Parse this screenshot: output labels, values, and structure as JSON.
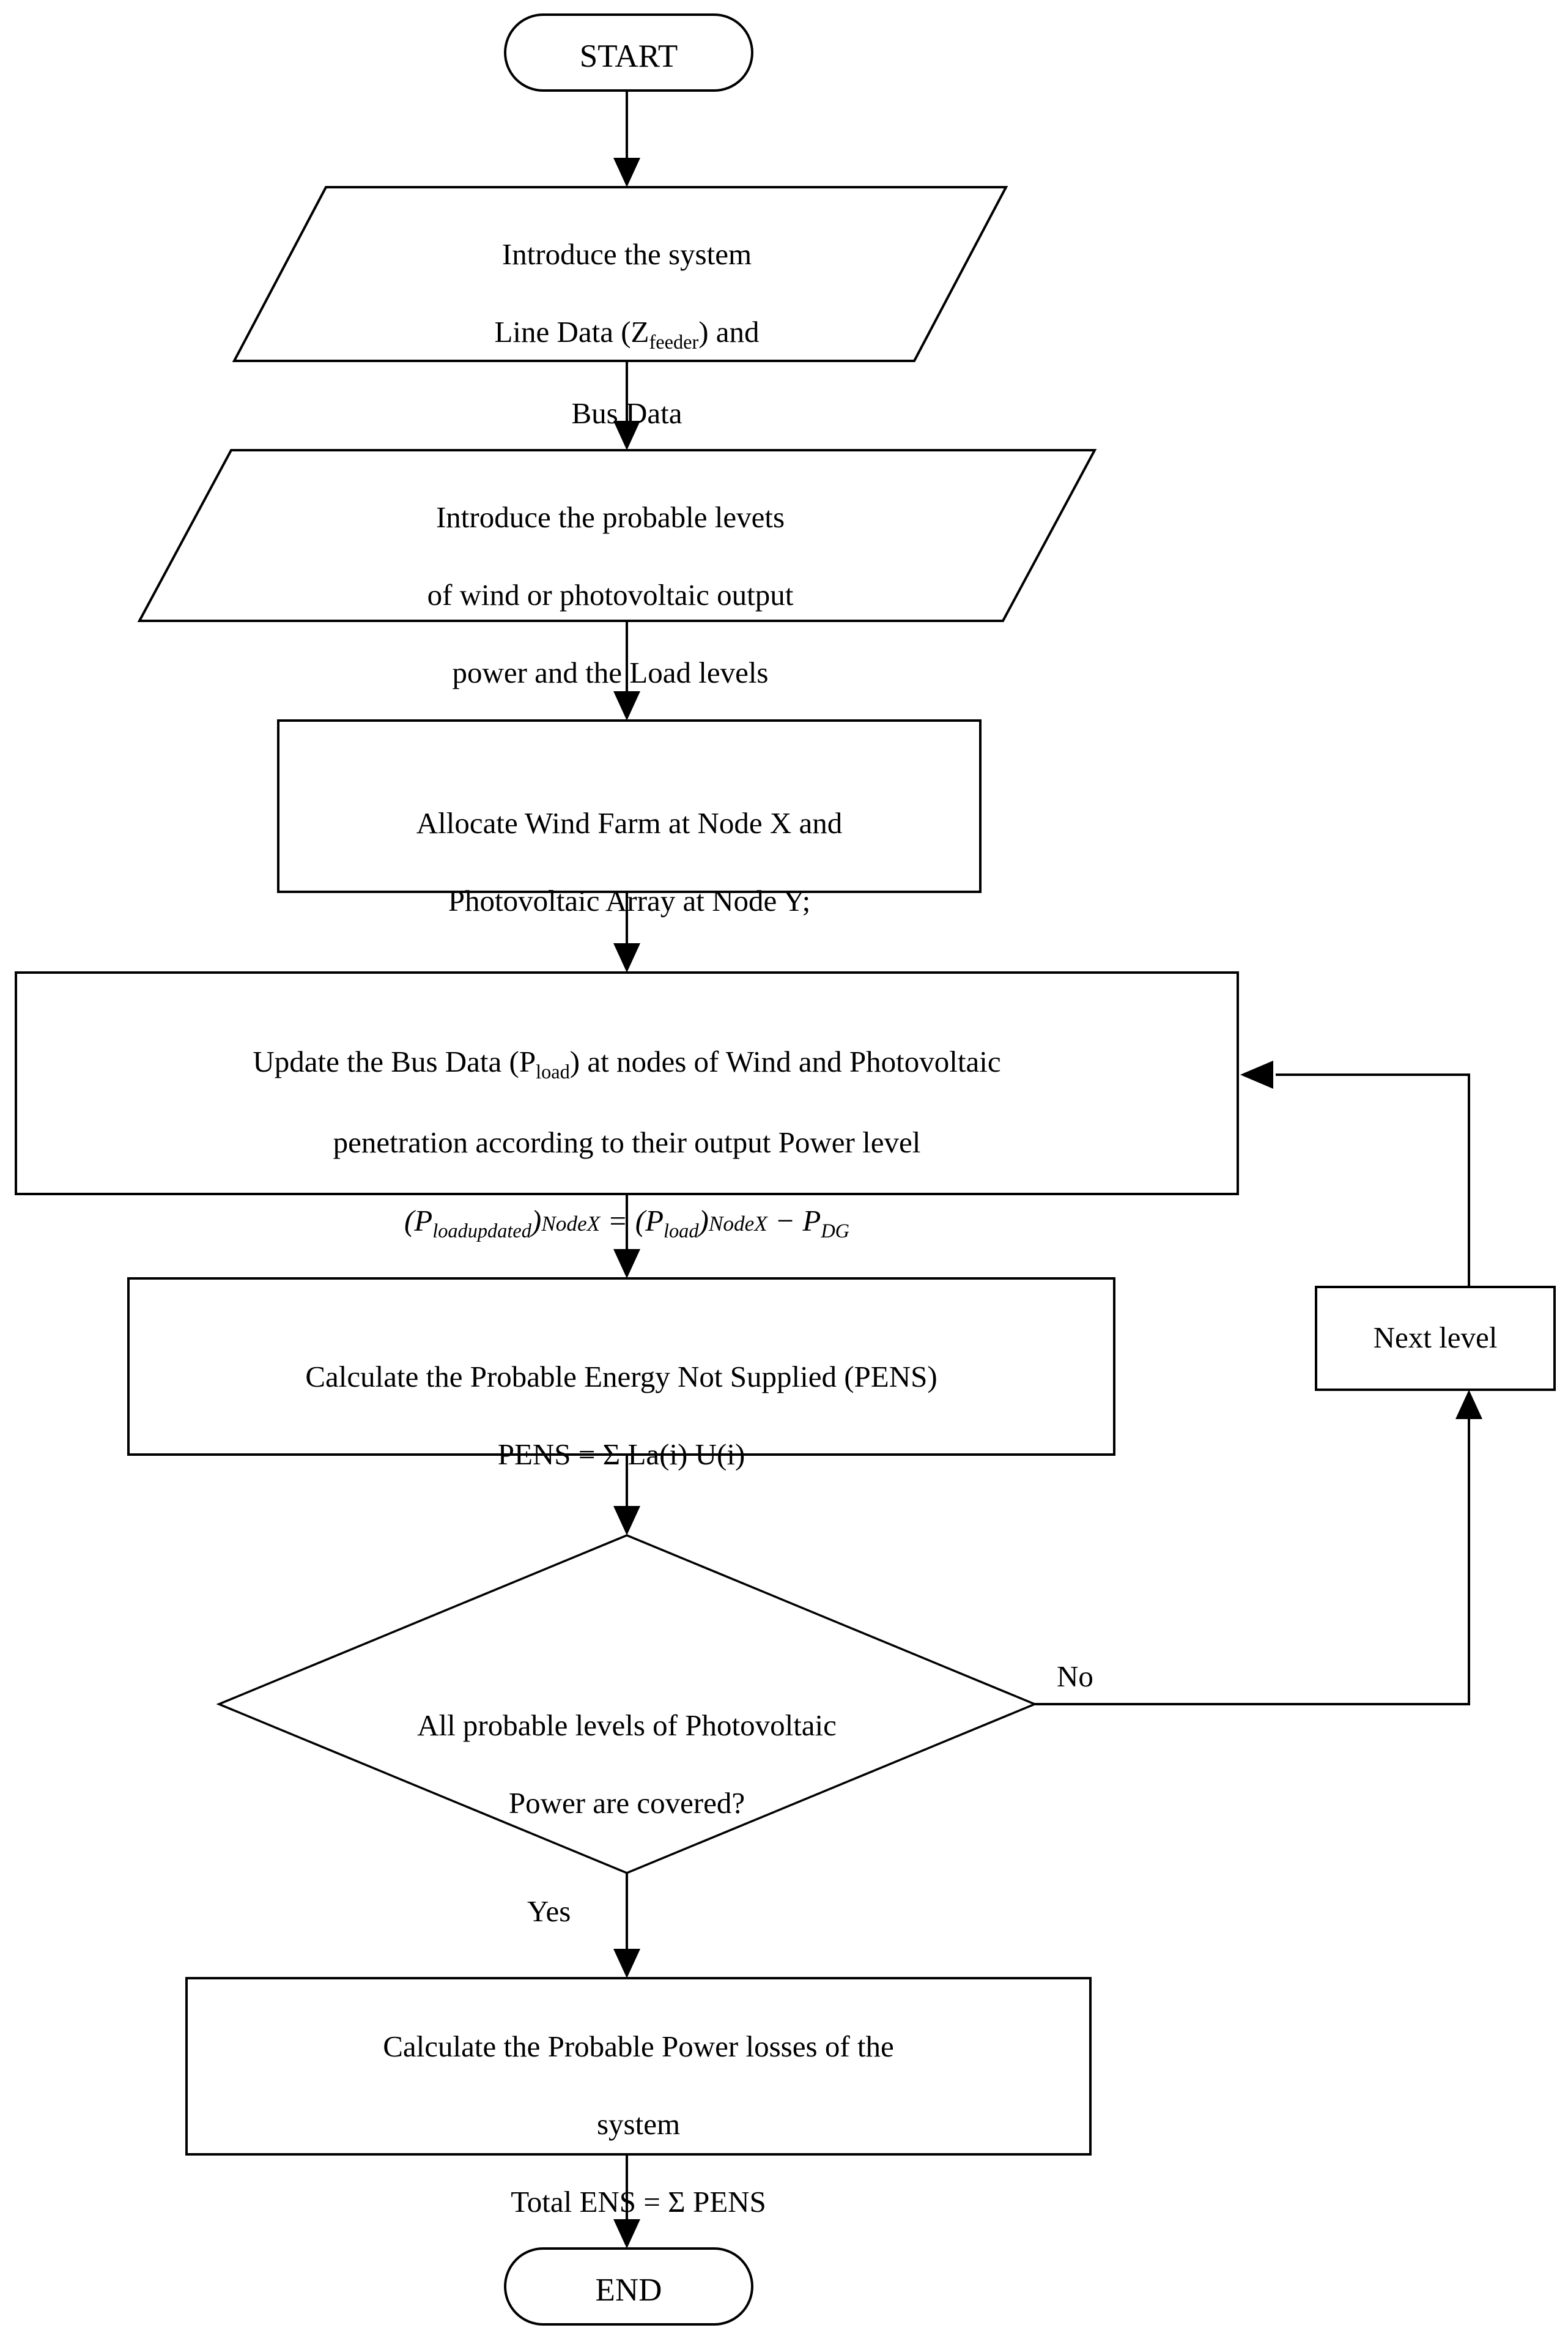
{
  "diagram": {
    "type": "flowchart",
    "orientation": "vertical",
    "line_color": "#000000",
    "fill_color": "#ffffff",
    "background": "#ffffff"
  },
  "nodes": {
    "start": {
      "shape": "terminator",
      "label": "START"
    },
    "input_system_data": {
      "shape": "parallelogram",
      "line1": "Introduce the system",
      "line2_pre": "Line Data (Z",
      "line2_sub": "feeder",
      "line2_post": ") and",
      "line3": "Bus Data"
    },
    "input_levels": {
      "shape": "parallelogram",
      "line1": "Introduce the probable levets",
      "line2": "of wind or photovoltaic output",
      "line3": "power and the Load levels"
    },
    "allocate": {
      "shape": "process",
      "line1": "Allocate Wind Farm at Node X and",
      "line2": "Photovoltaic Array at Node Y;"
    },
    "update_bus_data": {
      "shape": "process",
      "line1_pre": "Update the Bus Data (P",
      "line1_sub": "load",
      "line1_post": ") at nodes of Wind and Photovoltaic",
      "line2": "penetration according to their output Power level",
      "formula": {
        "lhs_open": "(",
        "lhs_var": "P",
        "lhs_sub": "loadupdated",
        "lhs_close": ")",
        "lhs_index": "NodeX",
        "eq": " = ",
        "rhs_open": "(",
        "rhs_var": "P",
        "rhs_sub": "load",
        "rhs_close": ")",
        "rhs_index": "NodeX",
        "minus": " − ",
        "term_var": "P",
        "term_sub": "DG"
      }
    },
    "calc_pens": {
      "shape": "process",
      "line1": "Calculate the Probable Energy Not Supplied (PENS)",
      "line2": "PENS = Σ La(i) U(i)"
    },
    "decision_pv_levels": {
      "shape": "decision",
      "line1": "All probable levels of Photovoltaic",
      "line2": "Power are covered?"
    },
    "next_level": {
      "shape": "process",
      "label": "Next level"
    },
    "calc_losses": {
      "shape": "process",
      "line1": "Calculate the Probable Power losses of the",
      "line2": "system",
      "line3": "Total ENS = Σ PENS"
    },
    "end": {
      "shape": "terminator",
      "label": "END"
    }
  },
  "edge_labels": {
    "decision_no": "No",
    "decision_yes": "Yes"
  }
}
